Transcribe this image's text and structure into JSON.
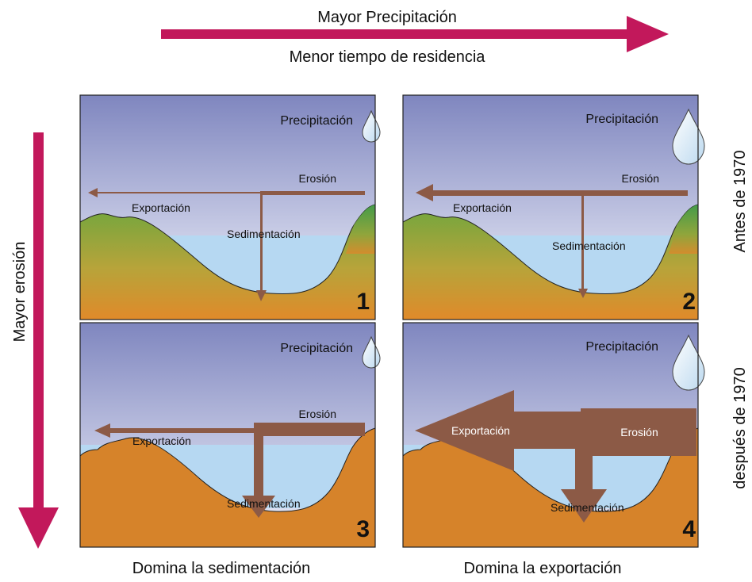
{
  "top_arrow": {
    "label_above": "Mayor Precipitación",
    "label_below": "Menor tiempo de residencia",
    "color": "#c2185b"
  },
  "left_arrow": {
    "label": "Mayor erosión",
    "color": "#c2185b"
  },
  "row_labels": [
    "Antes de 1970",
    "después de 1970"
  ],
  "column_labels": [
    "Domina la sedimentación",
    "Domina la exportación"
  ],
  "colors": {
    "sky_top": "#7f86bf",
    "sky_bottom": "#dcdff0",
    "water": "#b6d8f2",
    "vegetated_hill": "#7ba23f",
    "bare_hill": "#d6832a",
    "flux_arrow": "#8c5a46"
  },
  "panels": [
    {
      "number": "1",
      "precipitation": "Precipitación",
      "erosion": "Erosión",
      "export": "Exportación",
      "sedimentation": "Sedimentación",
      "land": "vegetated",
      "drop": "small"
    },
    {
      "number": "2",
      "precipitation": "Precipitación",
      "erosion": "Erosión",
      "export": "Exportación",
      "sedimentation": "Sedimentación",
      "land": "vegetated",
      "drop": "large"
    },
    {
      "number": "3",
      "precipitation": "Precipitación",
      "erosion": "Erosión",
      "export": "Exportación",
      "sedimentation": "Sedimentación",
      "land": "bare",
      "drop": "small"
    },
    {
      "number": "4",
      "precipitation": "Precipitación",
      "erosion": "Erosión",
      "export": "Exportación",
      "sedimentation": "Sedimentación",
      "land": "bare",
      "drop": "large"
    }
  ]
}
